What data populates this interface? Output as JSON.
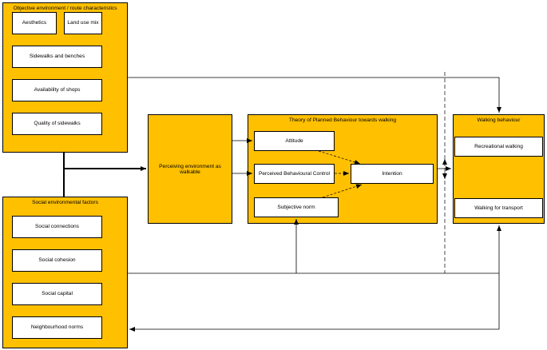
{
  "objective": {
    "title": "Objective environment / route characteristics",
    "items": [
      "Aesthetics",
      "Land use mix",
      "Sidewalks and benches",
      "Availability of shops",
      "Quality of sidewalks"
    ]
  },
  "social": {
    "title": "Social environmental factors",
    "items": [
      "Social connections",
      "Social cohesion",
      "Social capital",
      "Neighbourhood norms"
    ]
  },
  "perceiving": {
    "label": "Perceiving environment as walkable"
  },
  "tpb": {
    "title": "Theory of Planned Behaviour  towards walking",
    "attitude": "Attitude",
    "pbc": "Perceived Behavioural Control",
    "norm": "Subjective norm",
    "intention": "Intention"
  },
  "walking": {
    "title": "Walking behaviour",
    "items": [
      "Recreational walking",
      "Walking for transport"
    ]
  },
  "colors": {
    "panel_fill": "#ffc000",
    "box_fill": "#ffffff",
    "stroke": "#000000"
  }
}
